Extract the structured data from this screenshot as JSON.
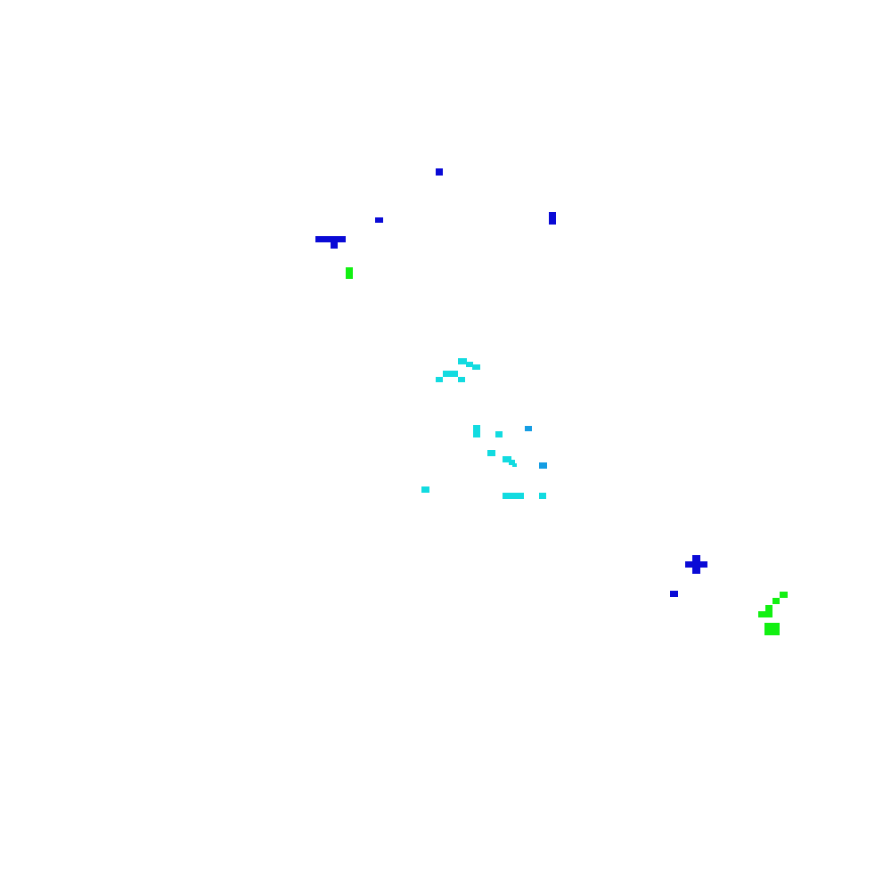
{
  "colors": {
    "background": "#ffffff",
    "dark_blue": "#0a0ad6",
    "cyan": "#12dbe0",
    "sky_blue": "#159de3",
    "green": "#12f012"
  },
  "clusters": [
    {
      "name": "upper-left-blue-fragments",
      "color_key": "dark_blue"
    },
    {
      "name": "upper-left-green-fragment",
      "color_key": "green"
    },
    {
      "name": "central-cyan-fragments",
      "color_key": "cyan"
    },
    {
      "name": "central-sky-blue-fragments",
      "color_key": "sky_blue"
    },
    {
      "name": "lower-right-blue-fragments",
      "color_key": "dark_blue"
    },
    {
      "name": "lower-right-green-fragments",
      "color_key": "green"
    }
  ]
}
